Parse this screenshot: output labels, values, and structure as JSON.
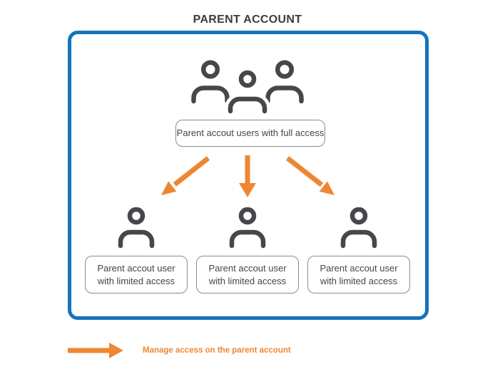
{
  "title": "PARENT ACCOUNT",
  "nodes": {
    "full_access": {
      "label": "Parent accout users with full access"
    },
    "limited": [
      {
        "line1": "Parent accout user",
        "line2": "with limited access"
      },
      {
        "line1": "Parent accout user",
        "line2": "with limited access"
      },
      {
        "line1": "Parent accout user",
        "line2": "with limited access"
      }
    ]
  },
  "legend": {
    "label": "Manage access on the parent account"
  },
  "icons": {
    "top": "users-group-icon",
    "bottom": "user-icon",
    "connectors": [
      "arrow-down-left",
      "arrow-down",
      "arrow-down-right"
    ],
    "legend": "arrow-right"
  },
  "colors": {
    "accent_blue": "#1474BC",
    "accent_orange": "#ED8733",
    "icon_gray": "#47464A",
    "box_border_gray": "#8C8C8C",
    "title_text": "#3C3C3E",
    "node_text": "#454548",
    "background": "#FFFFFF"
  }
}
